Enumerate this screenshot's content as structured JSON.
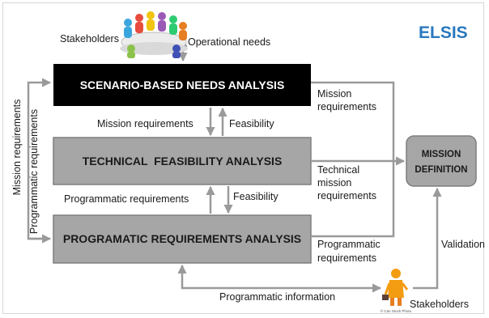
{
  "logo": {
    "text": "ELSIS"
  },
  "stakeholders_top": "Stakeholders",
  "stakeholders_bottom": "Stakeholders",
  "operational_needs": "Operational needs",
  "boxes": {
    "scenario": "SCENARIO-BASED NEEDS ANALYSIS",
    "technical": "TECHNICAL  FEASIBILITY ANALYSIS",
    "programatic": "PROGRAMATIC REQUIREMENTS ANALYSIS",
    "mission": [
      "MISSION",
      "DEFINITION"
    ]
  },
  "labels": {
    "mission_req_mid": "Mission requirements",
    "feasibility_1": "Feasibility",
    "programmatic_req_mid": "Programmatic requirements",
    "feasibility_2": "Feasibility",
    "mission_req_right": [
      "Mission",
      "requirements"
    ],
    "technical_mission_req": [
      "Technical",
      "mission",
      "requirements"
    ],
    "programmatic_req_right": [
      "Programmatic",
      "requirements"
    ],
    "validation": "Validation",
    "programmatic_information": "Programmatic information",
    "left_vertical_1": "Mission requirements",
    "left_vertical_2": "Programmatic requirements",
    "person_caption": "© Can Stock Photo"
  },
  "colors": {
    "black_box": "#000000",
    "gray_box": "#a6a6a6",
    "gray_box_border": "#7f7f7f",
    "arrow": "#9a9a9a",
    "logo_blue": "#2a79bf"
  }
}
